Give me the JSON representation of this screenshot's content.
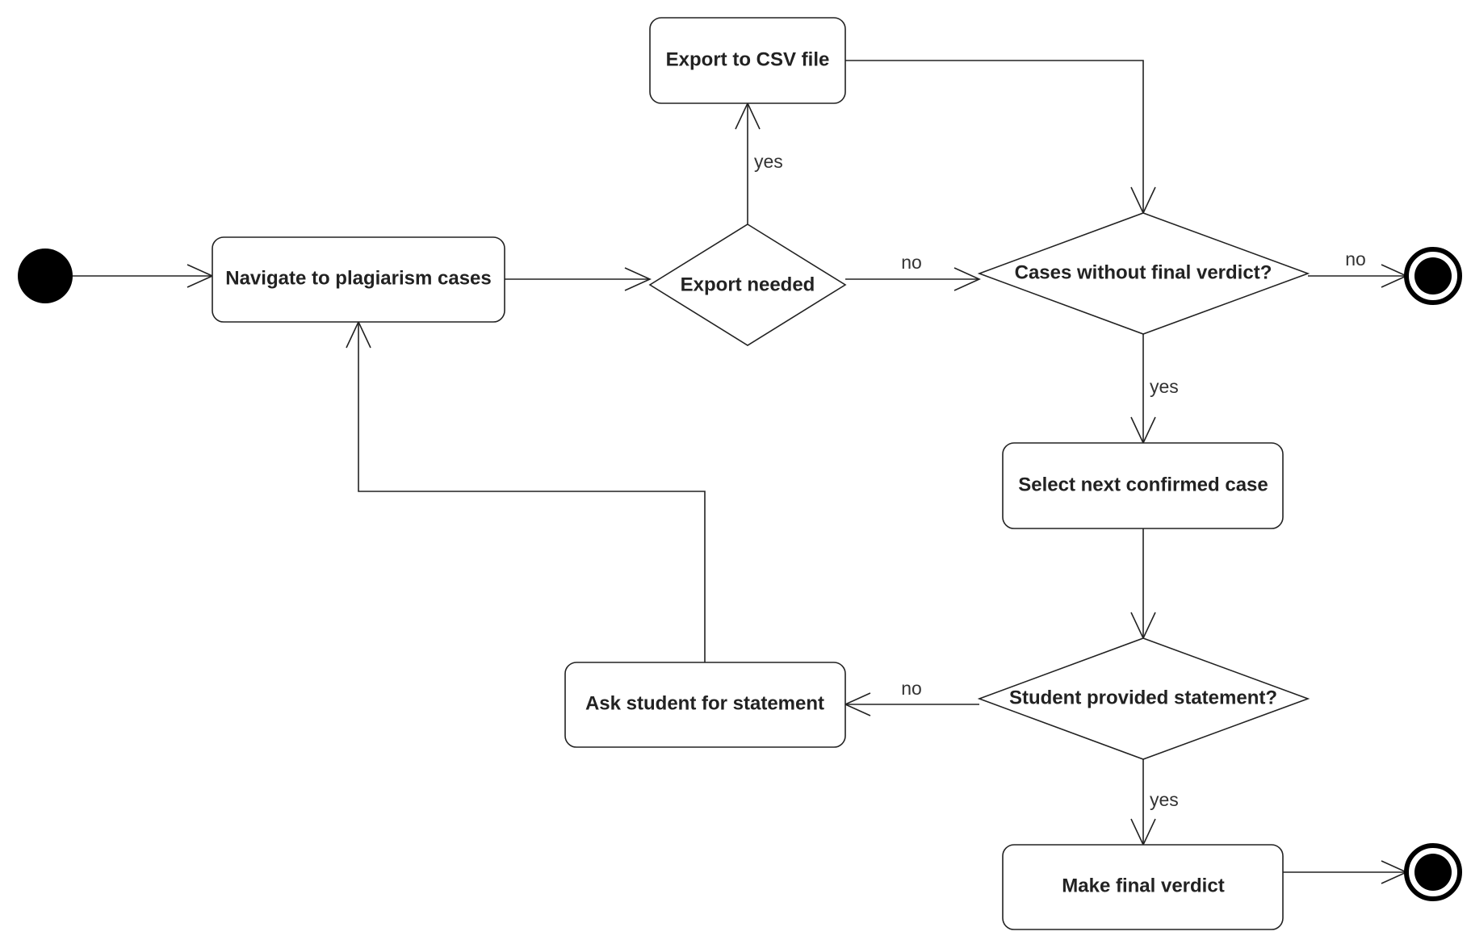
{
  "diagram": {
    "type": "uml-activity",
    "nodes": {
      "navigate": "Navigate to plagiarism cases",
      "export_needed": "Export needed",
      "export_csv": "Export to CSV file",
      "cases_without_verdict": "Cases without final verdict?",
      "select_next": "Select next confirmed case",
      "student_statement": "Student provided statement?",
      "ask_student": "Ask student for statement",
      "make_verdict": "Make final verdict"
    },
    "edge_labels": {
      "export_yes": "yes",
      "export_no": "no",
      "cases_no": "no",
      "cases_yes": "yes",
      "statement_no": "no",
      "statement_yes": "yes"
    },
    "edges": [
      {
        "from": "start",
        "to": "navigate"
      },
      {
        "from": "navigate",
        "to": "export_needed"
      },
      {
        "from": "export_needed",
        "to": "export_csv",
        "label": "yes"
      },
      {
        "from": "export_needed",
        "to": "cases_without_verdict",
        "label": "no"
      },
      {
        "from": "export_csv",
        "to": "cases_without_verdict"
      },
      {
        "from": "cases_without_verdict",
        "to": "end_1",
        "label": "no"
      },
      {
        "from": "cases_without_verdict",
        "to": "select_next",
        "label": "yes"
      },
      {
        "from": "select_next",
        "to": "student_statement"
      },
      {
        "from": "student_statement",
        "to": "ask_student",
        "label": "no"
      },
      {
        "from": "student_statement",
        "to": "make_verdict",
        "label": "yes"
      },
      {
        "from": "ask_student",
        "to": "navigate"
      },
      {
        "from": "make_verdict",
        "to": "end_2"
      }
    ],
    "colors": {
      "stroke": "#222222",
      "fill": "#ffffff",
      "text": "#222222"
    }
  }
}
